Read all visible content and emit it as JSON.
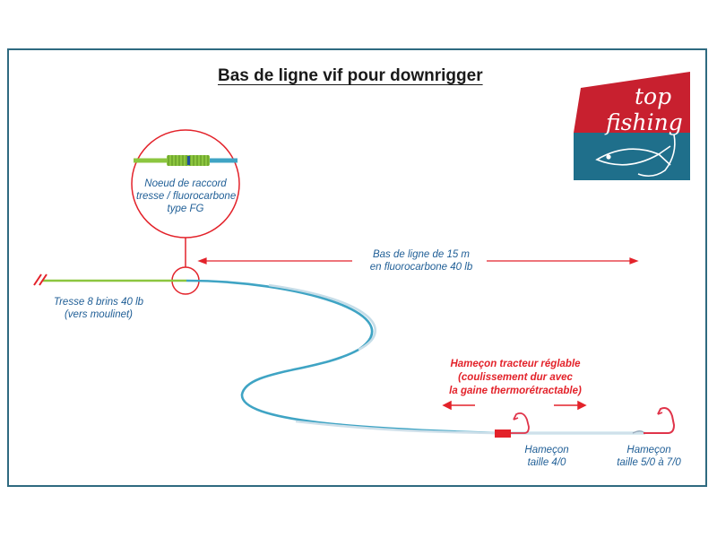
{
  "title": "Bas de ligne vif pour downrigger",
  "logo": {
    "word1": "top",
    "word2": "fishing",
    "colors": {
      "red": "#c8202f",
      "teal": "#1f6f8b"
    }
  },
  "knot": {
    "line1": "Noeud de raccord",
    "line2": "tresse / fluorocarbone",
    "line3": "type FG"
  },
  "leader": {
    "line1": "Bas de ligne de 15 m",
    "line2": "en fluorocarbone 40 lb"
  },
  "braid": {
    "line1": "Tresse 8 brins 40 lb",
    "line2": "(vers moulinet)"
  },
  "tracker": {
    "line1": "Hameçon tracteur réglable",
    "line2": "(coulissement dur avec",
    "line3": "la gaine thermorétractable)"
  },
  "hook1": {
    "line1": "Hameçon",
    "line2": "taille 4/0"
  },
  "hook2": {
    "line1": "Hameçon",
    "line2": "taille 5/0 à 7/0"
  },
  "colors": {
    "frame": "#2f6a80",
    "braid": "#8cc63f",
    "fluoro": "#3fa4c4",
    "arrow": "#e3222a",
    "label": "#1f5e96"
  }
}
